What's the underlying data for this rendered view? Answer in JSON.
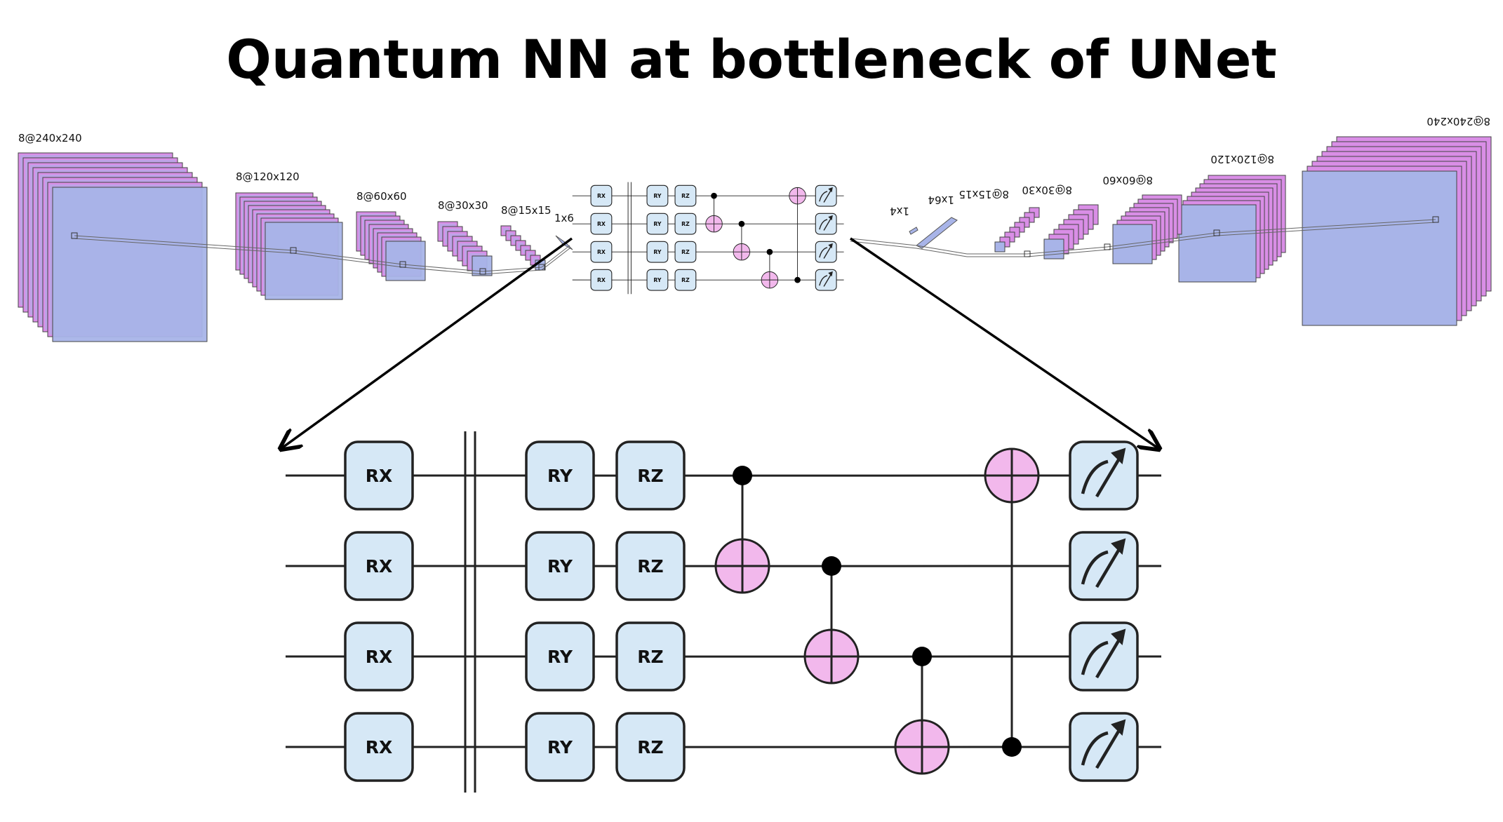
{
  "title": "Quantum NN at bottleneck of UNet",
  "encoder": {
    "layers": [
      "8@240x240",
      "8@120x120",
      "8@60x60",
      "8@30x30",
      "8@15x15",
      "1x6"
    ]
  },
  "decoder": {
    "layers": [
      "1x4",
      "1x64",
      "8@15x15",
      "8@30x30",
      "8@60x60",
      "8@120x120",
      "8@240x240"
    ],
    "mirrored": true
  },
  "circuit": {
    "qubits": 4,
    "encoding_gates": [
      "RX",
      "RX",
      "RX",
      "RX"
    ],
    "rotation_gates_1": [
      "RY",
      "RY",
      "RY",
      "RY"
    ],
    "rotation_gates_2": [
      "RZ",
      "RZ",
      "RZ",
      "RZ"
    ],
    "cnots": [
      {
        "control": 0,
        "target": 1
      },
      {
        "control": 1,
        "target": 2
      },
      {
        "control": 2,
        "target": 3
      },
      {
        "control": 3,
        "target": 0
      }
    ],
    "measure_icon": "measurement-meter-icon"
  },
  "colors": {
    "feature_map_front": "#a8b4e8",
    "feature_map_back": "#d98ee6",
    "gate_fill": "#d6e8f6",
    "cnot_target_fill": "#f2b8ec"
  }
}
